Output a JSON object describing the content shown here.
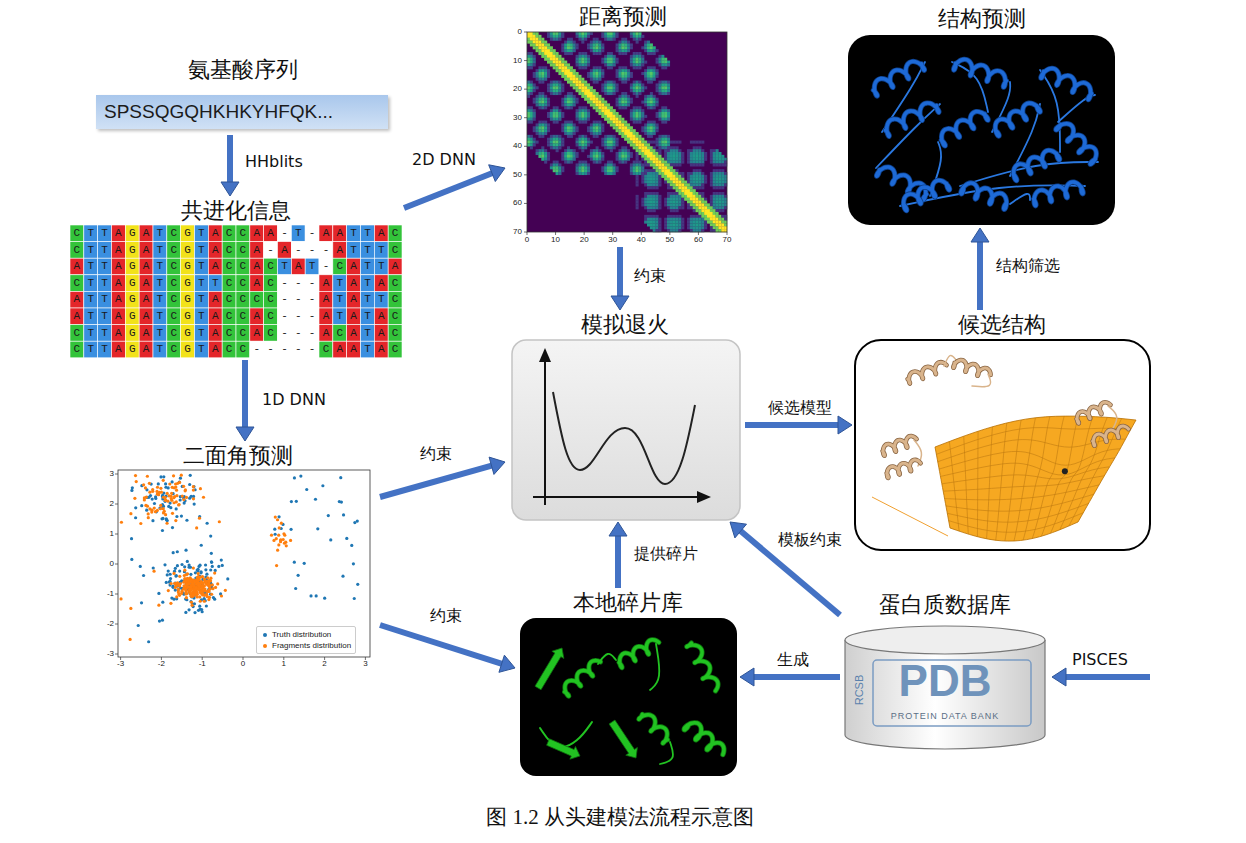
{
  "diagram": {
    "caption": "图 1.2 从头建模法流程示意图",
    "nodes": [
      {
        "text": [
          "氨基酸序列",
          "SPSSQGQHKHKYHFQK..."
        ]
      },
      {
        "text": [
          "距离预测"
        ]
      },
      {
        "text": [
          "结构预测"
        ]
      },
      {
        "text": [
          "共进化信息"
        ]
      },
      {
        "text": [
          "模拟退火"
        ]
      },
      {
        "text": [
          "候选结构"
        ]
      },
      {
        "text": [
          "二面角预测"
        ]
      },
      {
        "text": [
          "本地碎片库"
        ]
      },
      {
        "text": [
          "蛋白质数据库",
          "RCSB",
          "PDB",
          "PROTEIN DATA BANK"
        ]
      }
    ],
    "edges": [
      {
        "from": 0,
        "to": 3,
        "label": "HHblits",
        "arrow": "to"
      },
      {
        "from": 3,
        "to": 1,
        "label": "2D DNN",
        "arrow": "to"
      },
      {
        "from": 3,
        "to": 6,
        "label": "1D DNN",
        "arrow": "to"
      },
      {
        "from": 1,
        "to": 4,
        "label": "约束",
        "arrow": "to"
      },
      {
        "from": 6,
        "to": 4,
        "label": "约束",
        "arrow": "to"
      },
      {
        "from": 6,
        "to": 7,
        "label": "约束",
        "arrow": "to"
      },
      {
        "from": 7,
        "to": 4,
        "label": "提供碎片",
        "arrow": "to"
      },
      {
        "from": 8,
        "to": 4,
        "label": "模板约束",
        "arrow": "to"
      },
      {
        "from": 8,
        "to": 7,
        "label": "生成",
        "arrow": "to"
      },
      {
        "from": 4,
        "to": 5,
        "label": "候选模型",
        "arrow": "to"
      },
      {
        "from": 5,
        "to": 2,
        "label": "结构筛选",
        "arrow": "to"
      }
    ],
    "labels": [
      "CTTAGATCGTACCAA-T-AATTAC",
      "CTTAGATCGTACCA-A---ATTTC",
      "ATTAGATCGTACCACTAT-CATTA",
      "CTTAGATCGTTCCAC---ATATAC",
      "ATTAGATCGTACCCC---ATATTC",
      "ATTAGATCGTACCAC---ATATAC",
      "CTTAGATCGTACCAC---ACATAC",
      "CTTAGATCGTACC-----CAATAC",
      "0",
      "10",
      "20",
      "30",
      "40",
      "50",
      "60",
      "70",
      "0",
      "10",
      "20",
      "30",
      "40",
      "50",
      "60",
      "70",
      "-3",
      "-2",
      "-1",
      "0",
      "1",
      "2",
      "3",
      "3",
      "2",
      "1",
      "0",
      "-1",
      "-2",
      "-3",
      "PISCES"
    ],
    "legend": [
      {
        "text": "Truth distribution",
        "color": "#1f77b4"
      },
      {
        "text": "Fragments distribution",
        "color": "#ff7f0e"
      }
    ]
  }
}
